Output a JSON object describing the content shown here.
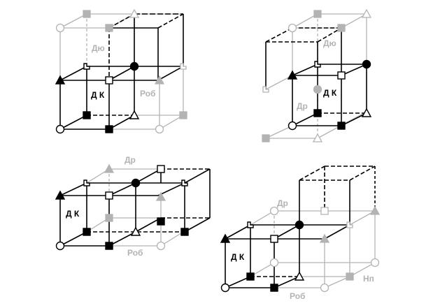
{
  "colors": {
    "black": "#000000",
    "gray": "#b3b3b3",
    "background": "#ffffff"
  },
  "diagrams": [
    {
      "id": "top-left",
      "labels": {
        "dk": "Д К",
        "dyu": "Дю",
        "rob": "Роб"
      }
    },
    {
      "id": "top-right",
      "labels": {
        "dk": "Д К",
        "dyu": "Дю",
        "dr": "Др"
      }
    },
    {
      "id": "bottom-left",
      "labels": {
        "dk": "Д К",
        "dr": "Др",
        "rob": "Роб"
      }
    },
    {
      "id": "bottom-right",
      "labels": {
        "dk": "Д К",
        "dr": "Др",
        "rob": "Роб",
        "np": "Нп"
      }
    }
  ]
}
